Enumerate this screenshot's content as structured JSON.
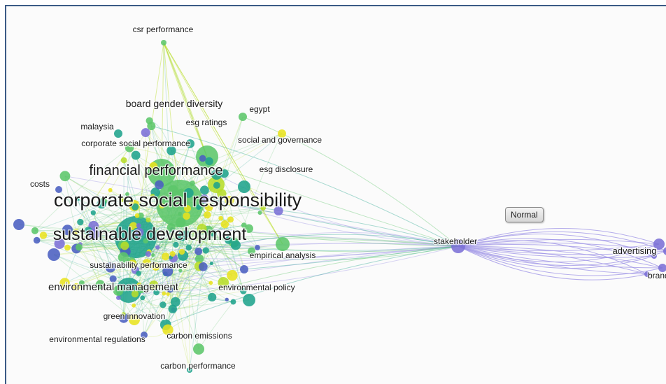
{
  "labels": {
    "csr_performance": "csr performance",
    "board_gender_diversity": "board gender diversity",
    "egypt": "egypt",
    "malaysia": "malaysia",
    "esg_ratings": "esg ratings",
    "social_and_governance": "social and governance",
    "corporate_social_performance": "corporate social performance",
    "financial_performance": "financial performance",
    "esg_disclosure": "esg disclosure",
    "costs": "costs",
    "corporate_social_responsibility": "corporate social responsibility",
    "sustainable_development": "sustainable development",
    "empirical_analysis": "empirical analysis",
    "sustainability_performance": "sustainability performance",
    "environmental_management": "environmental management",
    "environmental_policy": "environmental policy",
    "green_innovation": "green innovation",
    "environmental_regulations": "environmental regulations",
    "carbon_emissions": "carbon emissions",
    "carbon_performance": "carbon performance",
    "stakeholder": "stakeholder",
    "advertising": "advertising",
    "brand": "brand"
  },
  "tooltip": {
    "text": "Normal"
  },
  "colors": {
    "purple": "#7b6fd6",
    "blue_violet": "#4a5fc0",
    "teal": "#1fa38c",
    "green": "#5cc66a",
    "lime": "#b7dd29",
    "yellow": "#e8e21f",
    "link": "#9c92e6"
  }
}
